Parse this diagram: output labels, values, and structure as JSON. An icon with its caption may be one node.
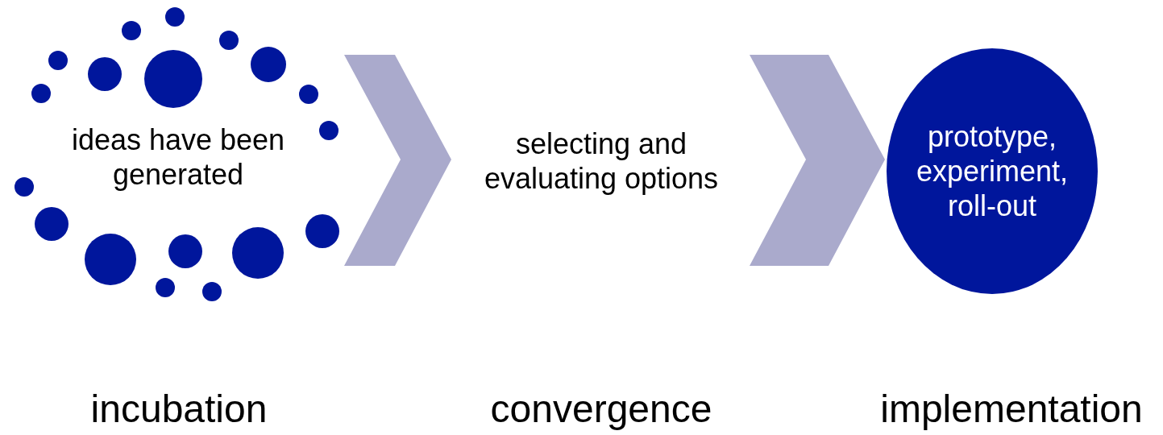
{
  "diagram": {
    "nodes": [
      {
        "text": [
          "ideas have been generated"
        ]
      },
      {
        "text": [
          "selecting and evaluating options"
        ]
      },
      {
        "text": [
          "prototype, experiment, roll-out"
        ]
      }
    ],
    "labels": [
      "incubation",
      "convergence",
      "implementation"
    ],
    "edges": [
      {
        "from": 0,
        "to": 1,
        "arrow": "to",
        "style": "thick",
        "color": "#aaaacc"
      },
      {
        "from": 1,
        "to": 2,
        "arrow": "to",
        "style": "thick",
        "color": "#aaaacc"
      }
    ]
  }
}
